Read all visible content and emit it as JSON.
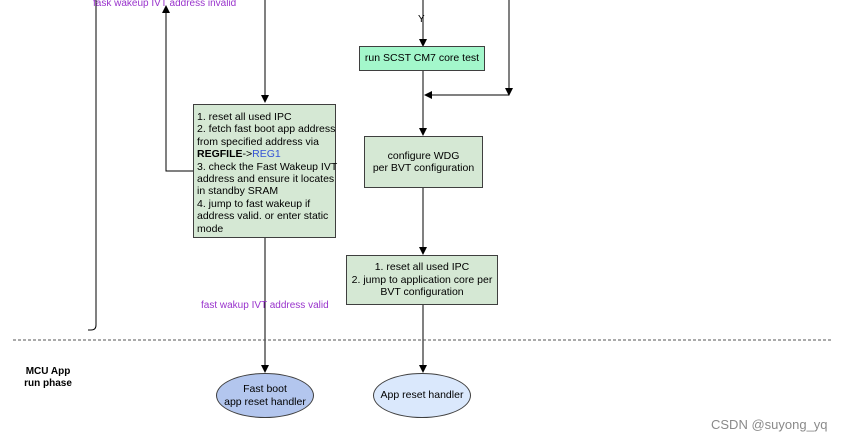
{
  "labels": {
    "invalid": "fask wakeup IVT address invalid",
    "valid": "fast wakup IVT address valid",
    "y": "Y"
  },
  "nodes": {
    "scst": "run SCST CM7 core test",
    "wdg_line1": "configure WDG",
    "wdg_line2": "per BVT configuration",
    "reset_app_line1": "1. reset all used IPC",
    "reset_app_line2": "2. jump to application core per",
    "reset_app_line3": "BVT configuration",
    "fastboot_steps": {
      "line1": "1. reset all used IPC",
      "line2": "2. fetch fast boot app address",
      "line3": "from specified address via",
      "regfile": "REGFILE",
      "arrow": "->",
      "reg1": "REG1",
      "line5": "3. check the Fast Wakeup IVT",
      "line6": "address and ensure it locates",
      "line7": "in standby SRAM",
      "line8": "4. jump to fast wakeup if",
      "line9": "address valid. or enter static",
      "line10": "mode"
    },
    "fastboot_handler_line1": "Fast boot",
    "fastboot_handler_line2": "app reset handler",
    "app_handler": "App reset handler"
  },
  "phase": {
    "line1": "MCU App",
    "line2": "run phase"
  },
  "watermark": "CSDN @suyong_yq",
  "colors": {
    "green_fill": "#d5e8d4",
    "teal_fill": "#a3f7cb",
    "purple_fill": "#b3c6ee",
    "lightblue_fill": "#dae8fc",
    "label_purple": "#9933cc",
    "link_blue": "#3352d6"
  }
}
